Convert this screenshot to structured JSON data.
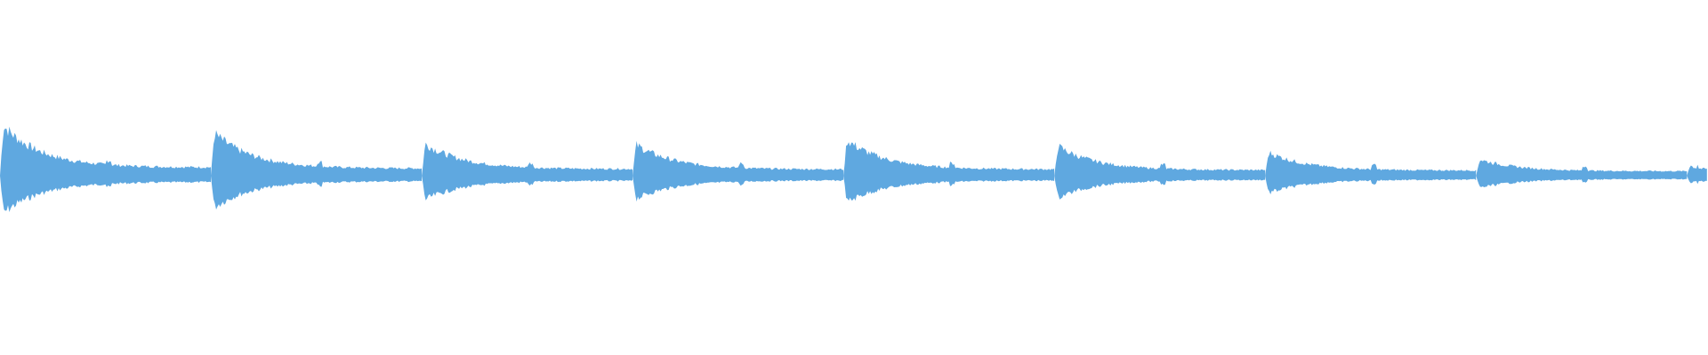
{
  "waveform": {
    "color": "#5fa8e0",
    "background": "#ffffff",
    "duration_beats": 8.1,
    "hits": [
      {
        "beat": 0.0,
        "peak": 1.0,
        "tail": 0.33
      },
      {
        "beat": 1.0,
        "peak": 0.84,
        "tail": 0.27
      },
      {
        "beat": 2.0,
        "peak": 0.62,
        "tail": 0.24
      },
      {
        "beat": 3.0,
        "peak": 0.6,
        "tail": 0.22
      },
      {
        "beat": 4.0,
        "peak": 0.7,
        "tail": 0.22
      },
      {
        "beat": 5.0,
        "peak": 0.57,
        "tail": 0.18
      },
      {
        "beat": 6.0,
        "peak": 0.44,
        "tail": 0.16
      },
      {
        "beat": 7.0,
        "peak": 0.29,
        "tail": 0.12
      },
      {
        "beat": 8.0,
        "peak": 0.27,
        "tail": 0.25
      }
    ]
  }
}
